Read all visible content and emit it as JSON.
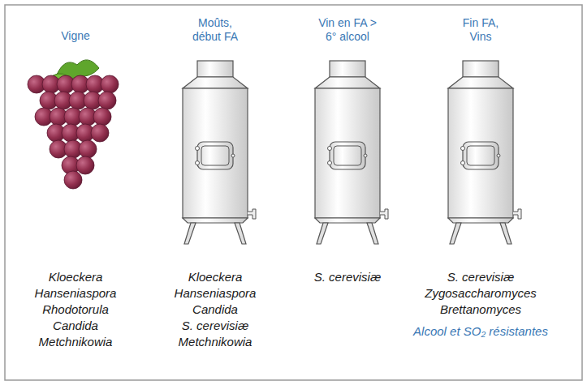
{
  "diagram": {
    "labels": [
      "Vigne",
      "Moûts, début FA",
      "Vin en FA > 6° alcool",
      "Fin FA, Vins",
      "Kloeckera",
      "Hanseniaspora",
      "Rhodotorula",
      "Candida",
      "Metchnikowia",
      "Kloeckera",
      "Hanseniaspora",
      "Candida",
      "S. cerevisiæ",
      "Metchnikowia",
      "S. cerevisiæ",
      "S. cerevisiæ",
      "Zygosaccharomyces",
      "Brettanomyces",
      "Alcool et SO₂ résistantes"
    ]
  }
}
